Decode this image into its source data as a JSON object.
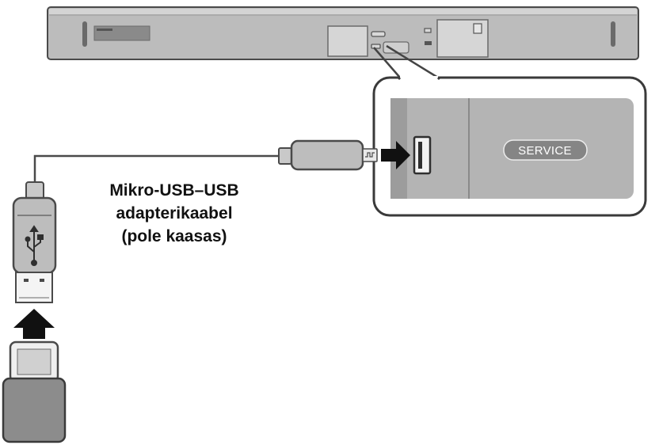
{
  "diagram": {
    "service_port_label": "SERVICE",
    "cable_caption": {
      "line1": "Mikro-USB–USB",
      "line2": "adapterikaabel",
      "line3": "(pole kaasas)"
    }
  }
}
